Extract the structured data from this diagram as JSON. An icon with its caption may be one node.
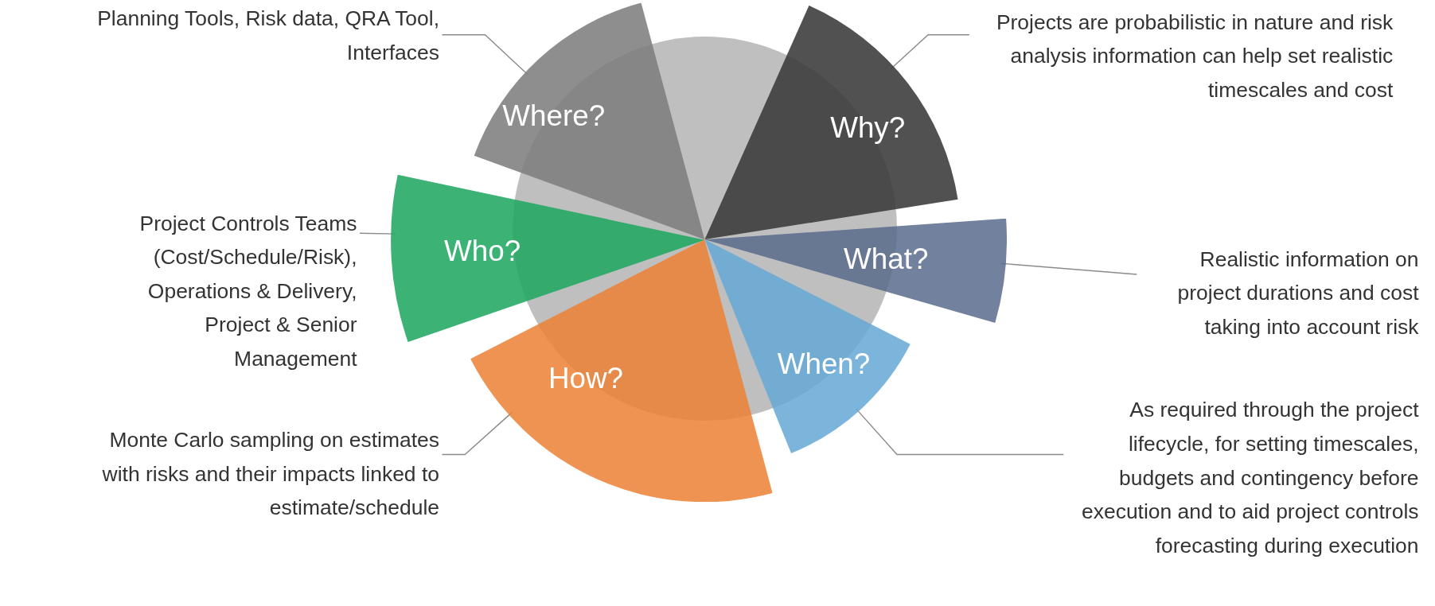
{
  "diagram": {
    "nodes": [
      {
        "text": [
          "Planning Tools, Risk data, QRA Tool, Interfaces"
        ]
      },
      {
        "text": [
          "Where?"
        ]
      },
      {
        "text": [
          "Why?"
        ]
      },
      {
        "text": [
          "Projects are probabilistic in nature and risk analysis information can help set realistic timescales and cost"
        ]
      },
      {
        "text": [
          "Project Controls Teams (Cost/Schedule/Risk), Operations & Delivery, Project & Senior Management"
        ]
      },
      {
        "text": [
          "Who?"
        ]
      },
      {
        "text": [
          "What?"
        ]
      },
      {
        "text": [
          "Realistic information on project durations and cost taking into account risk"
        ]
      },
      {
        "text": [
          "How?"
        ]
      },
      {
        "text": [
          "When?"
        ]
      },
      {
        "text": [
          "Monte Carlo sampling on estimates with risks and their impacts linked to estimate/schedule"
        ]
      },
      {
        "text": [
          "As required through the project lifecycle, for setting timescales, budgets and contingency before execution and to aid project controls forecasting during execution"
        ]
      }
    ],
    "edges": [
      {
        "from": 0,
        "to": 1,
        "arrow": "none"
      },
      {
        "from": 3,
        "to": 2,
        "arrow": "none"
      },
      {
        "from": 4,
        "to": 5,
        "arrow": "none"
      },
      {
        "from": 7,
        "to": 6,
        "arrow": "none"
      },
      {
        "from": 10,
        "to": 8,
        "arrow": "none"
      },
      {
        "from": 11,
        "to": 9,
        "arrow": "none"
      }
    ]
  }
}
